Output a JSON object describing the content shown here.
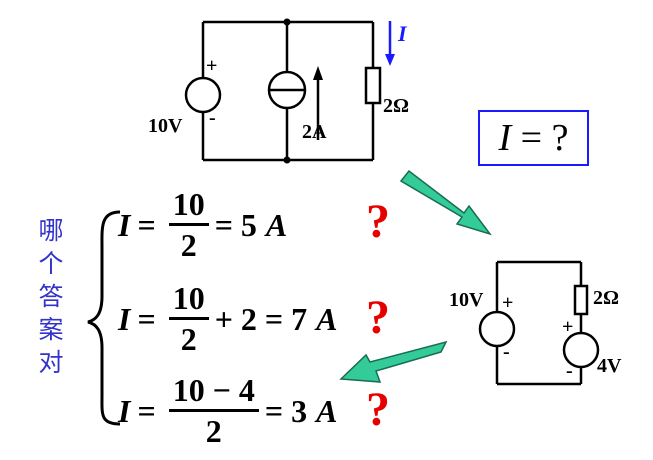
{
  "top_circuit": {
    "voltage_label": "10V",
    "plus": "+",
    "minus": "-",
    "current_source_label": "2A",
    "resistor_label": "2Ω",
    "current_label": "I"
  },
  "question": {
    "var": "I",
    "rest": " = ?"
  },
  "vertical_text": [
    "哪",
    "个",
    "答",
    "案",
    "对"
  ],
  "equations": [
    {
      "lhs": "I",
      "eq1": "=",
      "num": "10",
      "den": "2",
      "tail": "= 5",
      "unit": "A",
      "mark": "?"
    },
    {
      "lhs": "I",
      "eq1": "=",
      "num": "10",
      "den": "2",
      "tail": "+ 2 = 7",
      "unit": "A",
      "mark": "?"
    },
    {
      "lhs": "I",
      "eq1": "=",
      "num": "10 − 4",
      "den": "2",
      "tail": "= 3",
      "unit": "A",
      "mark": "?"
    }
  ],
  "bottom_circuit": {
    "voltage_label": "10V",
    "resistor_label": "2Ω",
    "source2_label": "4V",
    "plus": "+",
    "minus": "-"
  },
  "colors": {
    "wire": "#000000",
    "arrow_fill": "#33cc99",
    "arrow_stroke": "#1a6b55",
    "box": "#1a1aff",
    "current_arrow": "#1a1aff",
    "question_mark": "#e60000",
    "vertical_text": "#3333cc"
  }
}
